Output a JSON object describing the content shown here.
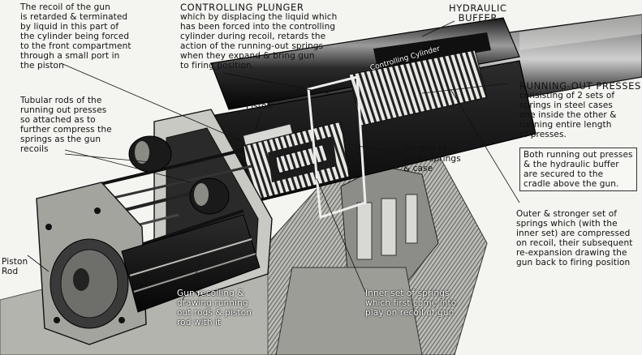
{
  "labels": {
    "recoil": [
      "The recoil of the gun",
      "is retarded & terminated",
      "by liquid in this part of",
      "the cylinder being forced",
      "to the front compartment",
      "through a small port in",
      "the piston"
    ],
    "controlling_plunger": {
      "title": "CONTROLLING PLUNGER",
      "lines": [
        "which by displacing the liquid which",
        "has been forced into the controlling",
        "cylinder during recoil, retards the",
        "action of the running-out springs",
        "when they expand & bring gun",
        "to firing position."
      ]
    },
    "hydraulic_buffer": [
      "HYDRAULIC",
      "BUFFER"
    ],
    "controlling_cylinder": "Controlling Cylinder",
    "tubular_rods": [
      "Tubular rods of the",
      "running out presses",
      "so attached as to",
      "further compress the",
      "springs as the gun",
      "recoils"
    ],
    "piston": "Piston",
    "running_out_presses": {
      "title": "RUNNING-OUT PRESSES",
      "lines": [
        "consisting of 2 sets of",
        "springs in steel cases",
        "one inside the other &",
        "running entire length",
        "of presses."
      ]
    },
    "section_outer": [
      "Section of",
      "outer springs",
      "& case"
    ],
    "secured_note": [
      "Both running out presses",
      "& the hydraulic buffer",
      "are secured to the",
      "cradle above the gun."
    ],
    "outer_stronger": [
      "Outer & stronger set of",
      "springs which (with the",
      "inner set) are compressed",
      "on recoil, their subsequent",
      "re-expansion drawing the",
      "gun back to firing position"
    ],
    "piston_rod": [
      "Piston",
      "Rod"
    ],
    "gun_recoiling": [
      "Gun recoiling &",
      "drawing running",
      "out rods & piston",
      "rod with it"
    ],
    "inner_springs": [
      "Inner set of springs",
      "which first come into",
      "play on recoil of gun"
    ]
  }
}
